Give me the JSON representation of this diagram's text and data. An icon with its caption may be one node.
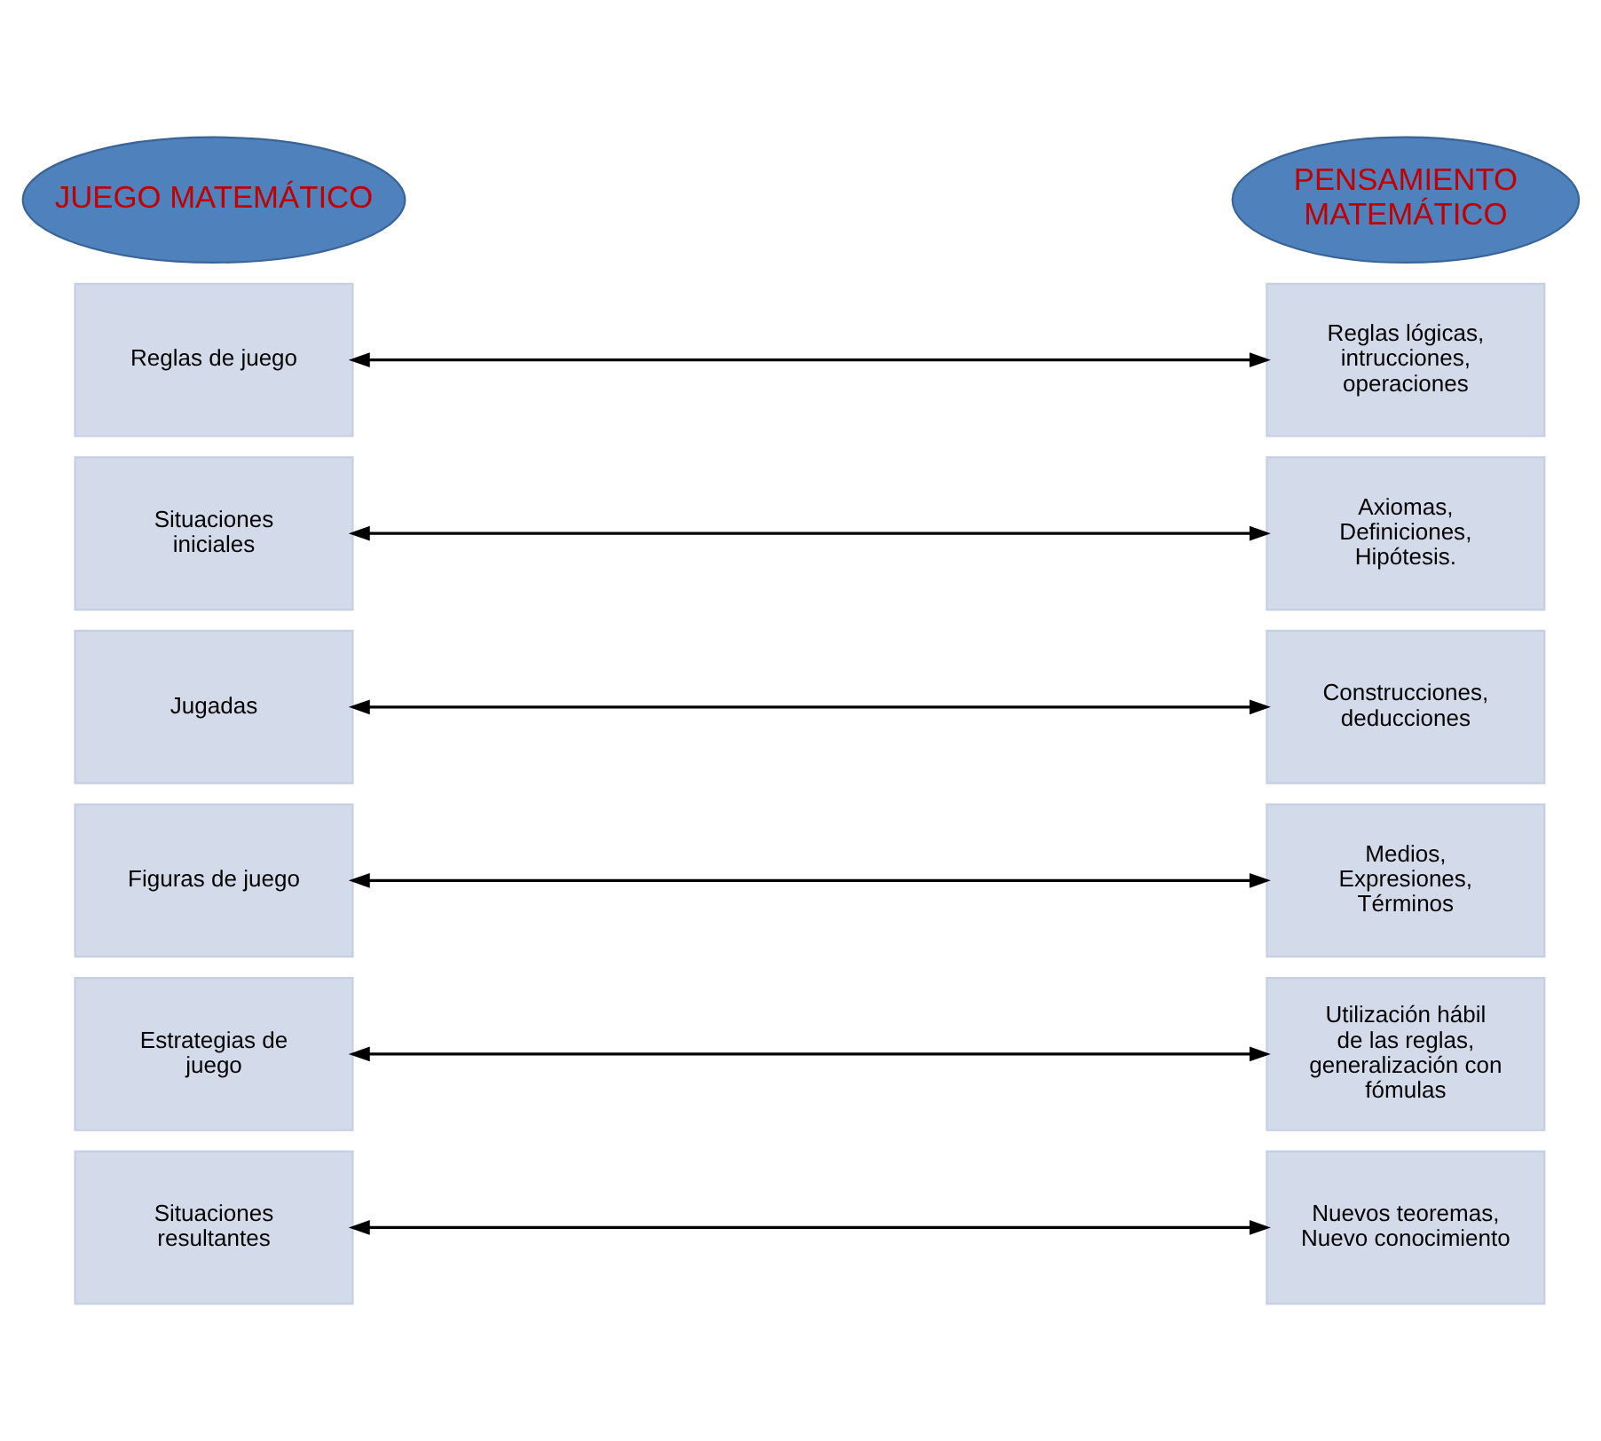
{
  "diagram": {
    "nodes": [
      {
        "text": [
          "JUEGO MATEMÁTICO"
        ]
      },
      {
        "text": [
          "PENSAMIENTO MATEMÁTICO"
        ]
      },
      {
        "text": [
          "Reglas de juego"
        ]
      },
      {
        "text": [
          "Reglas lógicas, intrucciones, operaciones"
        ]
      },
      {
        "text": [
          "Situaciones iniciales"
        ]
      },
      {
        "text": [
          "Axiomas, Definiciones, Hipótesis."
        ]
      },
      {
        "text": [
          "Jugadas"
        ]
      },
      {
        "text": [
          "Construcciones, deducciones"
        ]
      },
      {
        "text": [
          "Figuras de juego"
        ]
      },
      {
        "text": [
          "Medios, Expresiones, Términos"
        ]
      },
      {
        "text": [
          "Estrategias de juego"
        ]
      },
      {
        "text": [
          "Utilización hábil de las reglas, generalización con fómulas"
        ]
      },
      {
        "text": [
          "Situaciones resultantes"
        ]
      },
      {
        "text": [
          "Nuevos teoremas, Nuevo conocimiento"
        ]
      }
    ],
    "edges": [
      {
        "from": 2,
        "to": 3,
        "arrow": "both"
      },
      {
        "from": 4,
        "to": 5,
        "arrow": "both"
      },
      {
        "from": 6,
        "to": 7,
        "arrow": "both"
      },
      {
        "from": 8,
        "to": 9,
        "arrow": "both"
      },
      {
        "from": 10,
        "to": 11,
        "arrow": "both"
      },
      {
        "from": 12,
        "to": 13,
        "arrow": "both"
      }
    ]
  }
}
